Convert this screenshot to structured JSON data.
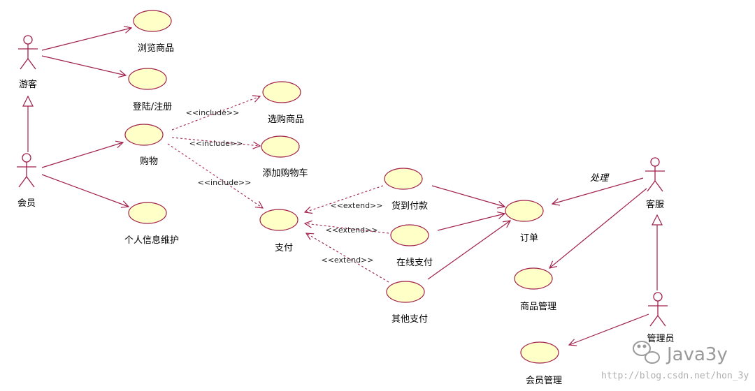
{
  "colors": {
    "line": "#a0204a",
    "usecase_fill": "#ffffc8",
    "usecase_stroke": "#a0204a",
    "text": "#000000",
    "watermark": "#9a9a9a"
  },
  "actors": {
    "visitor": "游客",
    "member": "会员",
    "service": "客服",
    "admin": "管理员"
  },
  "usecases": {
    "browse": "浏览商品",
    "login": "登陆/注册",
    "shopping": "购物",
    "select": "选购商品",
    "add_cart": "添加购物车",
    "profile": "个人信息维护",
    "pay": "支付",
    "cod": "货到付款",
    "online": "在线支付",
    "other": "其他支付",
    "order": "订单",
    "goods_mgmt": "商品管理",
    "member_mgmt": "会员管理"
  },
  "relations": {
    "include1": "<<include>>",
    "include2": "<<include>>",
    "include3": "<<include>>",
    "extend1": "<<extend>>",
    "extend2": "<<extend>>",
    "extend3": "<<extend>>",
    "handle": "处理"
  },
  "watermark": {
    "brand": "Java3y",
    "url": "http://blog.csdn.net/hon_3y"
  }
}
